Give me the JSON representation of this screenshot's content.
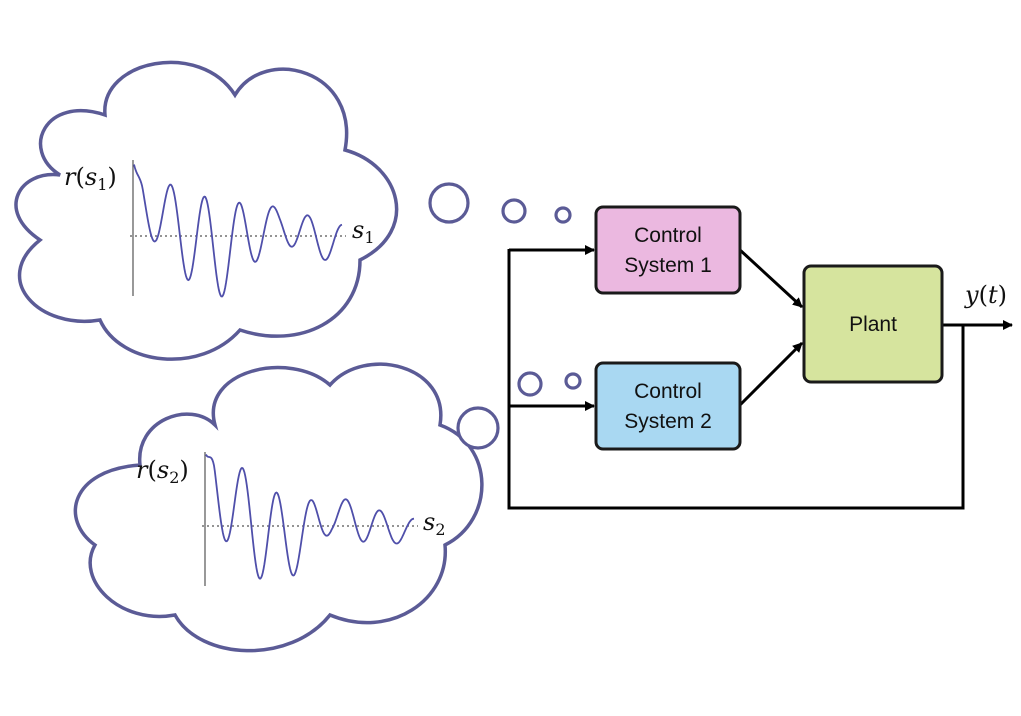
{
  "blocks": {
    "control_system_1": {
      "line1": "Control",
      "line2": "System 1",
      "color": "#ebb8e0"
    },
    "control_system_2": {
      "line1": "Control",
      "line2": "System 2",
      "color": "#a9d8f2"
    },
    "plant": {
      "label": "Plant",
      "color": "#d6e49e"
    }
  },
  "output": {
    "var": "y",
    "arg": "t"
  },
  "thoughts": {
    "top": {
      "func": "r",
      "var": "s",
      "sub": "1",
      "axis_var": "s",
      "axis_sub": "1"
    },
    "bottom": {
      "func": "r",
      "var": "s",
      "sub": "2",
      "axis_var": "s",
      "axis_sub": "2"
    }
  },
  "colors": {
    "cloud_outline": "#5b5b96",
    "signal": "#4f4faa"
  },
  "caption": ""
}
